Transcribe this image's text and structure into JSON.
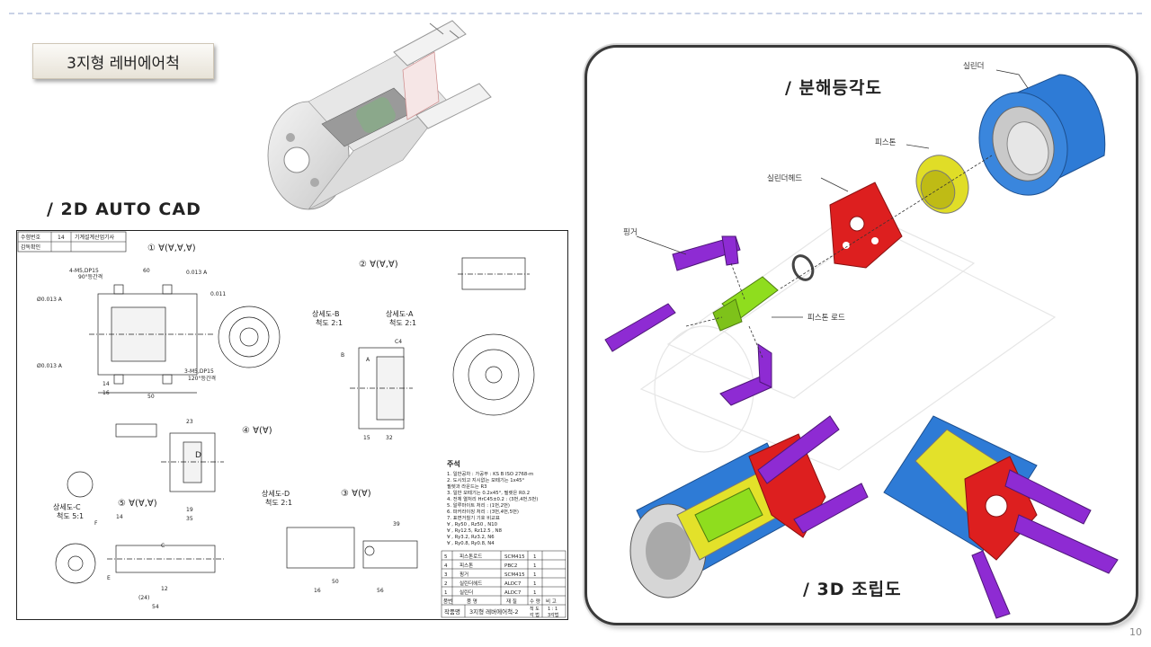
{
  "slide": {
    "title": "3지형 레버에어척",
    "heading_2d": "/ 2D AUTO CAD",
    "heading_exploded": "/ 분해등각도",
    "heading_3d": "/ 3D 조립도",
    "page_number": "10"
  },
  "exploded_labels": {
    "cylinder": "실린더",
    "piston": "피스톤",
    "cylinder_head": "실린더헤드",
    "finger": "핑거",
    "piston_rod": "피스톤 로드"
  },
  "drawing": {
    "header_rows": [
      {
        "label": "수험번호",
        "value": "14",
        "extra": "기계설계산업기사"
      },
      {
        "label": "감독확인",
        "value": "",
        "extra": ""
      }
    ],
    "roughness": {
      "r1": "① ∀(∀,∀,∀)",
      "r2": "② ∀(∀,∀)",
      "r3": "③ ∀(∀)",
      "r4": "④ ∀(∀)",
      "r5": "⑤ ∀(∀,∀)"
    },
    "views": {
      "b": "상세도-B",
      "b_scale": "척도 2:1",
      "a": "상세도-A",
      "a_scale": "척도 2:1",
      "d": "상세도-D",
      "d_scale": "척도 2:1",
      "c": "상세도-C",
      "c_scale": "척도 5:1"
    },
    "notes_title": "주석",
    "notes": [
      "1. 일반공차 : 가공부 : KS B ISO 2768-m",
      "2. 도시되고 지시없는 모떼기는 1x45°",
      "   필렛과 라운드는 R3",
      "3. 일반 모떼기는 0.2x45°, 필렛은 R0.2",
      "4. 전체 열처리 HrC45±0.2 : (3번,4번,5번)",
      "5. 알루마이트 처리 : (1번,2번)",
      "6. 파커라이징 처리 : (3번,4번,5번)",
      "7. 표면거칠기 기호 비교표",
      "   ∀ , Ry50 , Rz50 , N10",
      "   ∀ , Ry12.5, Rz12.5 , N8",
      "   ∀ , Ry3.2, Rz3.2, N6",
      "   ∀ , Ry0.8, Ry0.8, N4"
    ],
    "parts": [
      {
        "no": "5",
        "name": "피스톤로드",
        "material": "SCM415",
        "qty": "1"
      },
      {
        "no": "4",
        "name": "피스톤",
        "material": "PBC2",
        "qty": "1"
      },
      {
        "no": "3",
        "name": "핑거",
        "material": "SCM415",
        "qty": "1"
      },
      {
        "no": "2",
        "name": "실린더헤드",
        "material": "ALDC7",
        "qty": "1"
      },
      {
        "no": "1",
        "name": "실린더",
        "material": "ALDC7",
        "qty": "1"
      }
    ],
    "parts_header": {
      "no": "품번",
      "name": "품 명",
      "material": "재 질",
      "qty": "수 량",
      "note": "비 고"
    },
    "title_block": {
      "label": "작품명",
      "name": "3지형 레버에어척-2",
      "scale_label": "척 도",
      "scale": "1 : 1",
      "proj_label": "각 법",
      "proj": "3각법"
    },
    "dims": {
      "d60": "60",
      "d50": "50",
      "d16": "16",
      "d14": "14",
      "d15": "15",
      "d39": "39",
      "d56": "56",
      "d54": "54",
      "tol1": "0.013 A",
      "tol2": "0.011",
      "tol3": "Ø0.013 A",
      "tol4": "Ø0.013 A",
      "m5a": "4-M5,DP15",
      "m5a2": "90°등간격",
      "m5b": "3-M5,DP15",
      "m5b2": "120°등간격",
      "c4": "C4",
      "d23": "23",
      "d35": "35",
      "d19": "19",
      "d32": "32",
      "d12": "12",
      "d24": "(24)",
      "d16b": "16",
      "a": "A",
      "b": "B",
      "c": "C",
      "d": "D",
      "e": "E",
      "f": "F"
    }
  }
}
